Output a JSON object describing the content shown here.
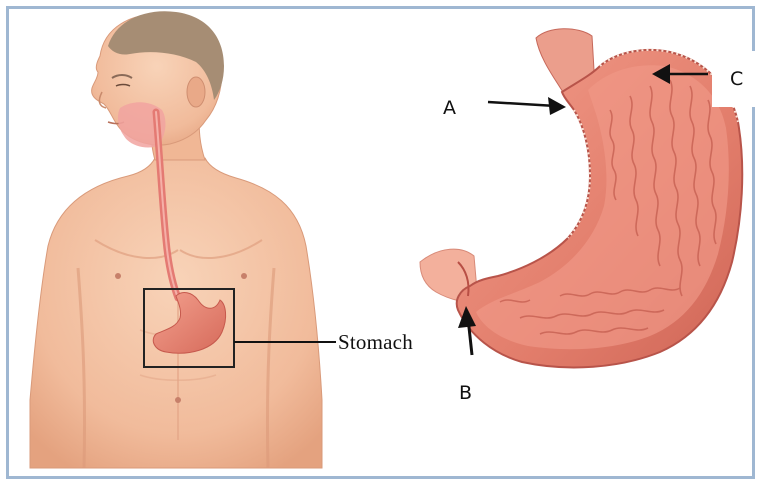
{
  "labels": {
    "stomach": "Stomach",
    "a": "A",
    "b": "B",
    "c": "C"
  },
  "colors": {
    "skin": "#f3c0a2",
    "skin_shadow": "#d7886a",
    "hair": "#a68d74",
    "stomach": "#e98878",
    "stomach_dark": "#c3564a",
    "border": "#9fb7d2"
  }
}
